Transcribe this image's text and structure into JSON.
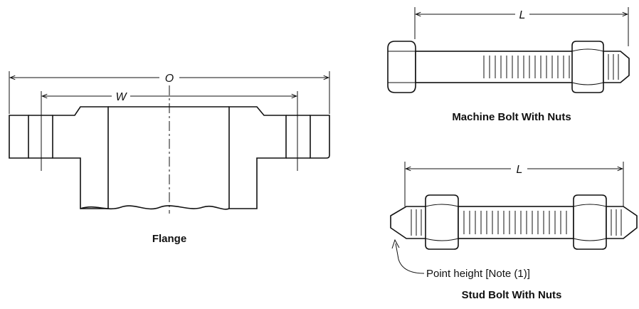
{
  "flange": {
    "dim_outer": "O",
    "dim_width": "W",
    "caption": "Flange"
  },
  "machine_bolt": {
    "dim_length": "L",
    "caption": "Machine Bolt With Nuts"
  },
  "stud_bolt": {
    "dim_length": "L",
    "caption": "Stud Bolt With Nuts",
    "point_note": "Point height [Note (1)]"
  }
}
